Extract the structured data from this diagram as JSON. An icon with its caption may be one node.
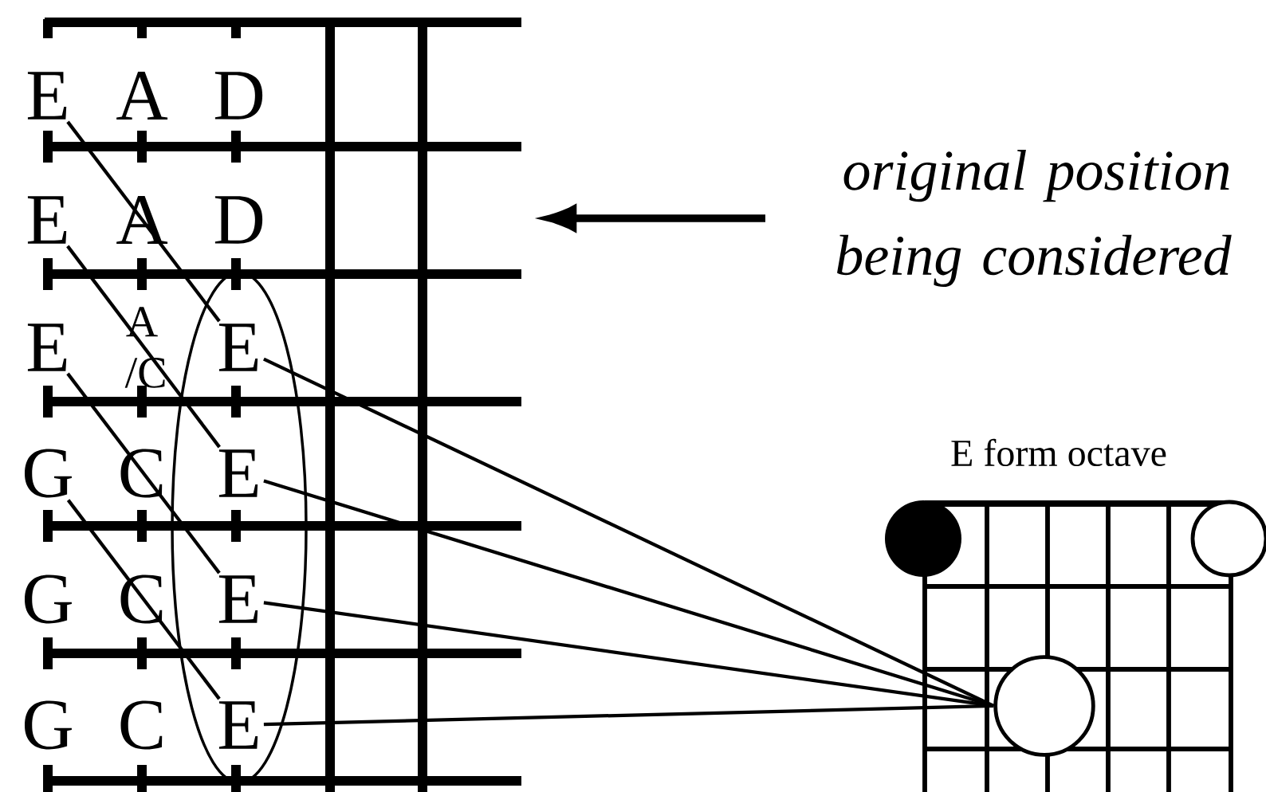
{
  "diagram": {
    "nodes": [
      {
        "text": [
          "E"
        ]
      },
      {
        "text": [
          "E"
        ]
      },
      {
        "text": [
          "E"
        ]
      },
      {
        "text": [
          "E"
        ]
      },
      {
        "text": [
          "G"
        ]
      },
      {
        "text": [
          "E"
        ]
      },
      {
        "text": [
          "E"
        ]
      },
      {
        "text": [
          "E"
        ]
      },
      {
        "text": [
          "original position being considered"
        ]
      },
      {
        "text": [],
        "shape": "circle"
      }
    ],
    "edges": [
      {
        "from": 0,
        "to": 3,
        "arrow": "none"
      },
      {
        "from": 1,
        "to": 5,
        "arrow": "none"
      },
      {
        "from": 2,
        "to": 6,
        "arrow": "none"
      },
      {
        "from": 4,
        "to": 7,
        "arrow": "none"
      },
      {
        "from": 3,
        "to": 9,
        "arrow": "none"
      },
      {
        "from": 5,
        "to": 9,
        "arrow": "none"
      },
      {
        "from": 6,
        "to": 9,
        "arrow": "none"
      },
      {
        "from": 7,
        "to": 9,
        "arrow": "none"
      },
      {
        "from": 8,
        "to": null,
        "arrow": "to",
        "style": "thick"
      }
    ],
    "labels": [
      "A",
      "D",
      "A",
      "D",
      "A /C",
      "C",
      "G",
      "C",
      "G",
      "C",
      "E form octave"
    ]
  }
}
